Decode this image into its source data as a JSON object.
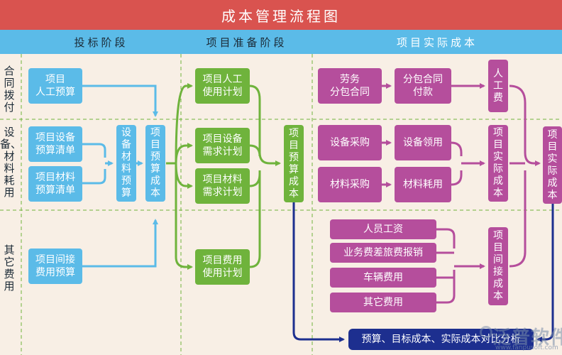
{
  "title": "成本管理流程图",
  "phases": [
    "投标阶段",
    "项目准备阶段",
    "项目实际成本"
  ],
  "row_labels": [
    "合同拨付",
    "设备、材料耗用",
    "其它费用"
  ],
  "boxes": {
    "b1": "项目\n人工预算",
    "b2": "项目设备\n预算清单",
    "b3": "项目材料\n预算清单",
    "b4": "项目间接\n费用预算",
    "b5": "设备材料预算",
    "b6": "项目预算成本",
    "g1": "项目人工\n使用计划",
    "g2": "项目设备\n需求计划",
    "g3": "项目材料\n需求计划",
    "g4": "项目费用\n使用计划",
    "g5": "项目预算成本",
    "m1": "劳务\n分包合同",
    "m2": "分包合同\n付款",
    "m3": "设备采购",
    "m4": "设备领用",
    "m5": "材料采购",
    "m6": "材料耗用",
    "m7": "人员工资",
    "m8": "业务费差旅费报销",
    "m9": "车辆费用",
    "m10": "其它费用",
    "v1": "人工费",
    "v2": "项目实际成本",
    "v3": "项目间接成本",
    "v4": "项目实际成本",
    "final": "预算、目标成本、实际成本对比分析"
  },
  "watermark": {
    "text": "泛普软件",
    "url": "www.fanpusoft.com"
  },
  "colors": {
    "title_bg": "#d9534f",
    "phase_bg": "#5bbbe8",
    "blue": "#5bbbe8",
    "green": "#6fb33c",
    "magenta": "#b54e9c",
    "navy": "#1d2f8f",
    "background": "#f8efe5"
  }
}
